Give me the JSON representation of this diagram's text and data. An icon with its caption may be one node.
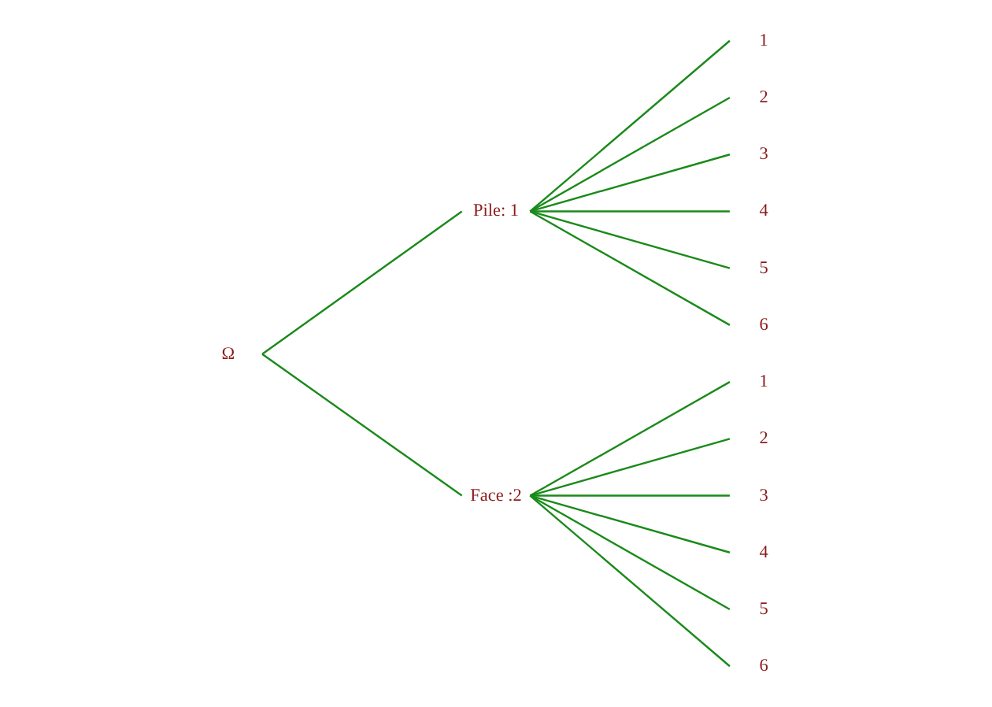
{
  "diagram": {
    "nodes": [
      {
        "text": [
          "Ω"
        ]
      },
      {
        "text": [
          "Pile: 1"
        ]
      },
      {
        "text": [
          "1"
        ]
      },
      {
        "text": [
          "2"
        ]
      },
      {
        "text": [
          "3"
        ]
      },
      {
        "text": [
          "4"
        ]
      },
      {
        "text": [
          "5"
        ]
      },
      {
        "text": [
          "6"
        ]
      },
      {
        "text": [
          "Face :2"
        ]
      },
      {
        "text": [
          "1"
        ]
      },
      {
        "text": [
          "2"
        ]
      },
      {
        "text": [
          "3"
        ]
      },
      {
        "text": [
          "4"
        ]
      },
      {
        "text": [
          "5"
        ]
      },
      {
        "text": [
          "6"
        ]
      }
    ],
    "edges": [
      {
        "from": 0,
        "to": 1,
        "arrow": "none"
      },
      {
        "from": 0,
        "to": 8,
        "arrow": "none"
      },
      {
        "from": 1,
        "to": 2,
        "arrow": "none"
      },
      {
        "from": 1,
        "to": 3,
        "arrow": "none"
      },
      {
        "from": 1,
        "to": 4,
        "arrow": "none"
      },
      {
        "from": 1,
        "to": 5,
        "arrow": "none"
      },
      {
        "from": 1,
        "to": 6,
        "arrow": "none"
      },
      {
        "from": 1,
        "to": 7,
        "arrow": "none"
      },
      {
        "from": 8,
        "to": 9,
        "arrow": "none"
      },
      {
        "from": 8,
        "to": 10,
        "arrow": "none"
      },
      {
        "from": 8,
        "to": 11,
        "arrow": "none"
      },
      {
        "from": 8,
        "to": 12,
        "arrow": "none"
      },
      {
        "from": 8,
        "to": 13,
        "arrow": "none"
      },
      {
        "from": 8,
        "to": 14,
        "arrow": "none"
      }
    ]
  }
}
